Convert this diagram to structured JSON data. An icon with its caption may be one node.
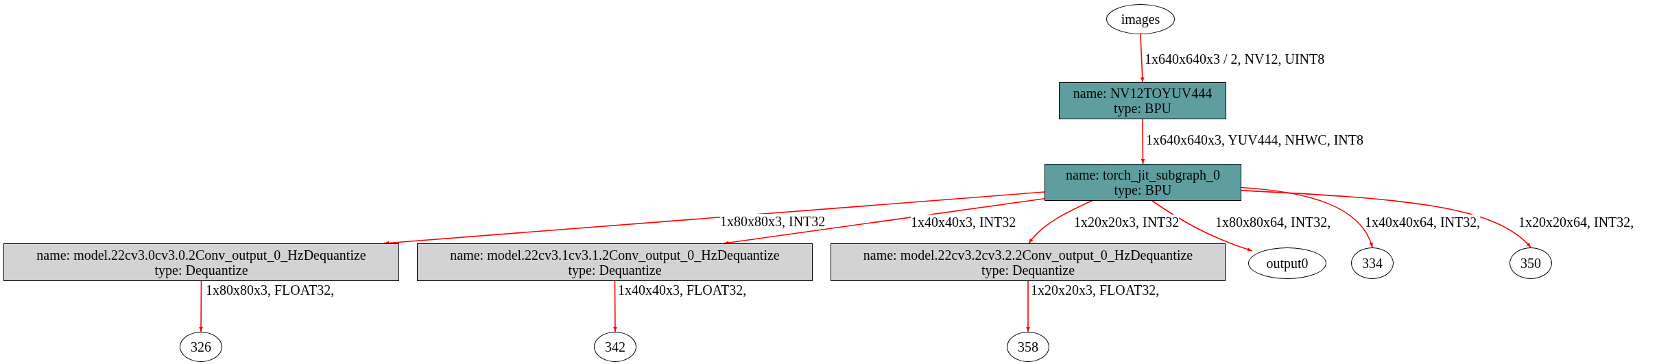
{
  "diagram": {
    "nodes": [
      {
        "text": [
          "images"
        ]
      },
      {
        "text": [
          "name: NV12TOYUV444",
          "type: BPU"
        ]
      },
      {
        "text": [
          "name: torch_jit_subgraph_0",
          "type: BPU"
        ]
      },
      {
        "text": [
          "name: model.22cv3.0cv3.0.2Conv_output_0_HzDequantize",
          "type: Dequantize"
        ]
      },
      {
        "text": [
          "name: model.22cv3.1cv3.1.2Conv_output_0_HzDequantize",
          "type: Dequantize"
        ]
      },
      {
        "text": [
          "name: model.22cv3.2cv3.2.2Conv_output_0_HzDequantize",
          "type: Dequantize"
        ]
      },
      {
        "text": [
          "output0"
        ]
      },
      {
        "text": [
          "334"
        ]
      },
      {
        "text": [
          "350"
        ]
      },
      {
        "text": [
          "326"
        ]
      },
      {
        "text": [
          "342"
        ]
      },
      {
        "text": [
          "358"
        ]
      }
    ],
    "edges": [
      {
        "from": 0,
        "to": 1,
        "arrow": "to",
        "label": "1x640x640x3 / 2, NV12, UINT8"
      },
      {
        "from": 1,
        "to": 2,
        "arrow": "to",
        "label": "1x640x640x3, YUV444, NHWC, INT8"
      },
      {
        "from": 2,
        "to": 3,
        "arrow": "to",
        "label": "1x80x80x3, INT32"
      },
      {
        "from": 2,
        "to": 4,
        "arrow": "to",
        "label": "1x40x40x3, INT32"
      },
      {
        "from": 2,
        "to": 5,
        "arrow": "to",
        "label": "1x20x20x3, INT32"
      },
      {
        "from": 2,
        "to": 6,
        "arrow": "to",
        "label": "1x80x80x64, INT32,"
      },
      {
        "from": 2,
        "to": 7,
        "arrow": "to",
        "label": "1x40x40x64, INT32,"
      },
      {
        "from": 2,
        "to": 8,
        "arrow": "to",
        "label": "1x20x20x64, INT32,"
      },
      {
        "from": 3,
        "to": 9,
        "arrow": "to",
        "label": "1x80x80x3, FLOAT32,"
      },
      {
        "from": 4,
        "to": 10,
        "arrow": "to",
        "label": "1x40x40x3, FLOAT32,"
      },
      {
        "from": 5,
        "to": 11,
        "arrow": "to",
        "label": "1x20x20x3, FLOAT32,"
      }
    ]
  }
}
